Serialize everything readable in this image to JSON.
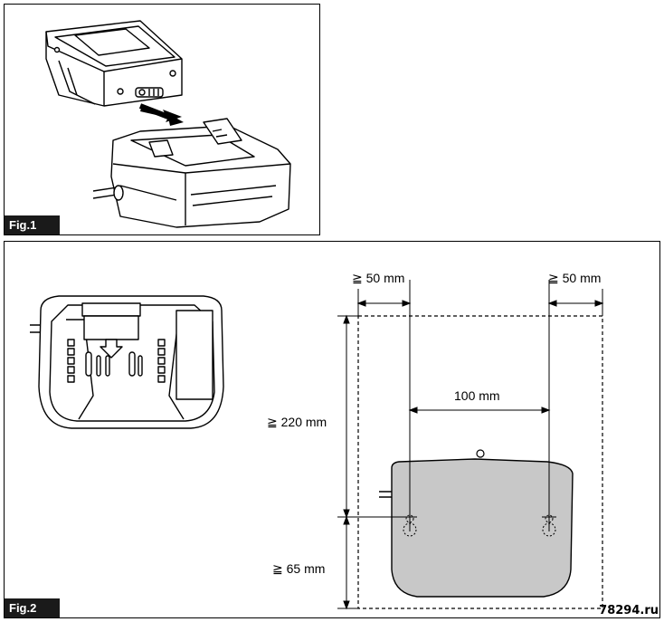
{
  "figures": {
    "fig1": {
      "label": "Fig.1"
    },
    "fig2": {
      "label": "Fig.2"
    }
  },
  "dimensions": {
    "left_clearance": "≧ 50 mm",
    "right_clearance": "≧ 50 mm",
    "hole_spacing": "100 mm",
    "top_clearance": "≧ 220 mm",
    "bottom_clearance": "≧ 65 mm"
  },
  "watermark": "78294.ru",
  "colors": {
    "charger_fill": "#c8c8c8",
    "tag_bg": "#1a1a1a"
  }
}
